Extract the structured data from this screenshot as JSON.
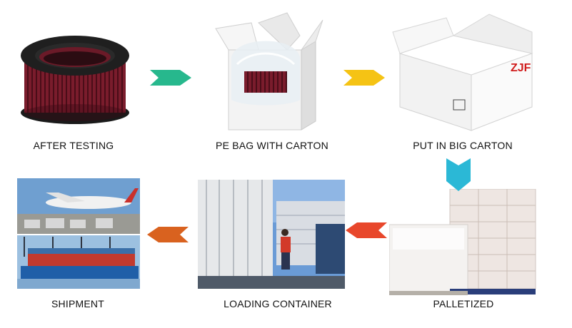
{
  "steps": [
    {
      "id": "after-testing",
      "label": "AFTER TESTING"
    },
    {
      "id": "pe-bag-with-carton",
      "label": "PE BAG WITH CARTON"
    },
    {
      "id": "put-in-big-carton",
      "label": "PUT IN BIG CARTON"
    },
    {
      "id": "palletized",
      "label": "PALLETIZED"
    },
    {
      "id": "loading-container",
      "label": "LOADING CONTAINER"
    },
    {
      "id": "shipment",
      "label": "SHIPMENT"
    }
  ],
  "arrows": [
    {
      "from": "after-testing",
      "to": "pe-bag-with-carton",
      "color": "#27b88d"
    },
    {
      "from": "pe-bag-with-carton",
      "to": "put-in-big-carton",
      "color": "#f5c314"
    },
    {
      "from": "put-in-big-carton",
      "to": "palletized",
      "color": "#2bb8d6"
    },
    {
      "from": "palletized",
      "to": "loading-container",
      "color": "#e8472b"
    },
    {
      "from": "loading-container",
      "to": "shipment",
      "color": "#d9621f"
    }
  ]
}
